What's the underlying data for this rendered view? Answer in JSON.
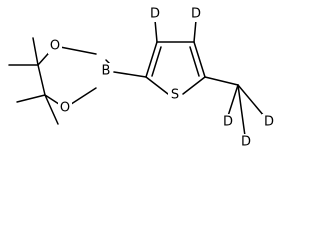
{
  "molecule": {
    "atoms": {
      "o_top": "O",
      "o_bottom": "O",
      "boron": "B",
      "sulfur": "S",
      "d_ring_left": "D",
      "d_ring_right": "D",
      "d_methyl_left": "D",
      "d_methyl_right": "D",
      "d_methyl_bottom": "D"
    }
  }
}
